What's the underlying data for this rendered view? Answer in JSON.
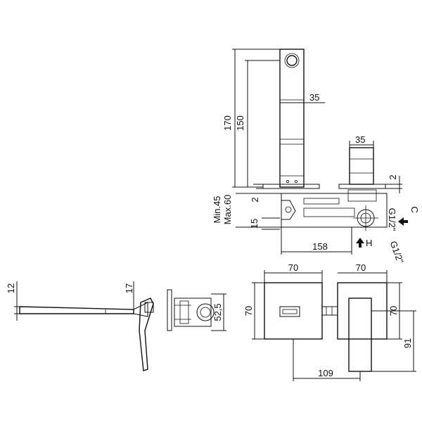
{
  "top_view": {
    "spout_height": "170",
    "spout_length": "150",
    "spout_width": "35",
    "handle_width": "35",
    "plate_thickness": "2",
    "handle_plate_thickness": "2",
    "wall_min": "Min.45",
    "wall_max": "Max.60",
    "offset": "15",
    "depth": "158",
    "inlet_thread_1": "G1/2\"",
    "inlet_thread_2": "G1/2\"",
    "hot_label": "H",
    "cold_label": "C"
  },
  "side_view": {
    "spout_thickness": "12",
    "handle_thickness": "17",
    "body_height": "52,5"
  },
  "front_view": {
    "plate_width_left": "70",
    "plate_width_right": "70",
    "plate_height_left": "70",
    "plate_height_right": "70",
    "handle_height": "91",
    "center_distance": "109"
  }
}
